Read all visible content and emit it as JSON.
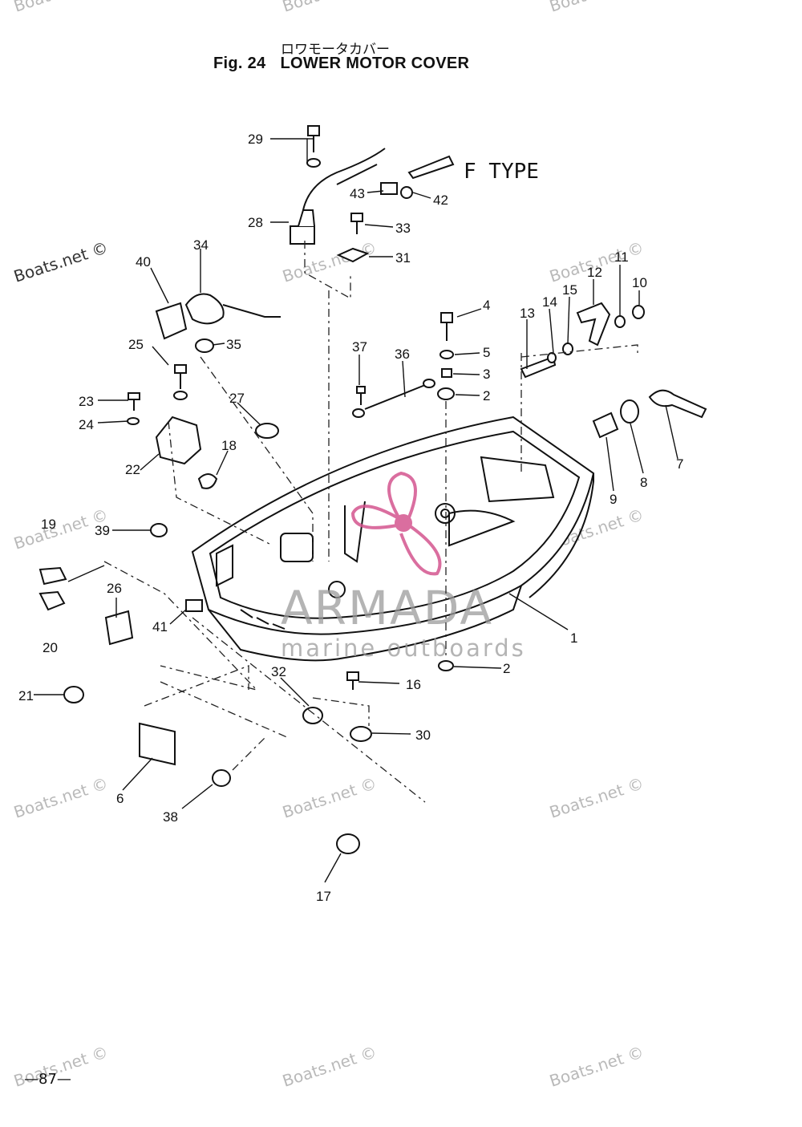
{
  "title": {
    "japanese": "ロワモータカバー",
    "figure": "Fig. 24",
    "name": "LOWER MOTOR COVER"
  },
  "variant_label": "F TYPE",
  "page_number": "—87—",
  "watermark": "Boats.net ©",
  "brand": {
    "name": "ARMADA",
    "tagline": "marine outboards",
    "color": "#d4558f"
  },
  "part_labels": [
    "1",
    "2",
    "2",
    "3",
    "4",
    "5",
    "6",
    "7",
    "8",
    "9",
    "10",
    "11",
    "12",
    "13",
    "14",
    "15",
    "16",
    "17",
    "18",
    "19",
    "20",
    "21",
    "22",
    "23",
    "24",
    "25",
    "26",
    "27",
    "28",
    "29",
    "30",
    "31",
    "32",
    "33",
    "34",
    "35",
    "36",
    "37",
    "38",
    "39",
    "40",
    "41",
    "42",
    "43"
  ]
}
